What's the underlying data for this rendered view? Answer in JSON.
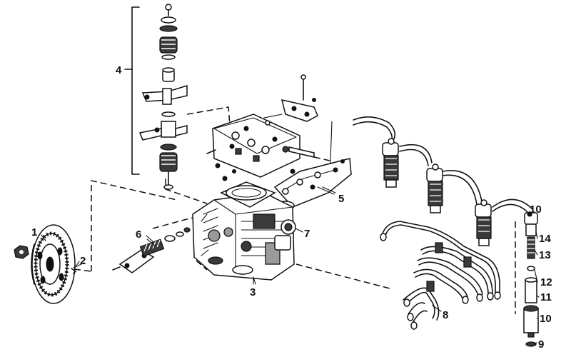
{
  "labels": {
    "l1": "1",
    "l2": "2",
    "l3": "3",
    "l4": "4",
    "l5": "5",
    "l6": "6",
    "l7": "7",
    "l8": "8",
    "l9": "9",
    "l10a": "10",
    "l10b": "10",
    "l11": "11",
    "l12": "12",
    "l13": "13",
    "l14": "14"
  }
}
